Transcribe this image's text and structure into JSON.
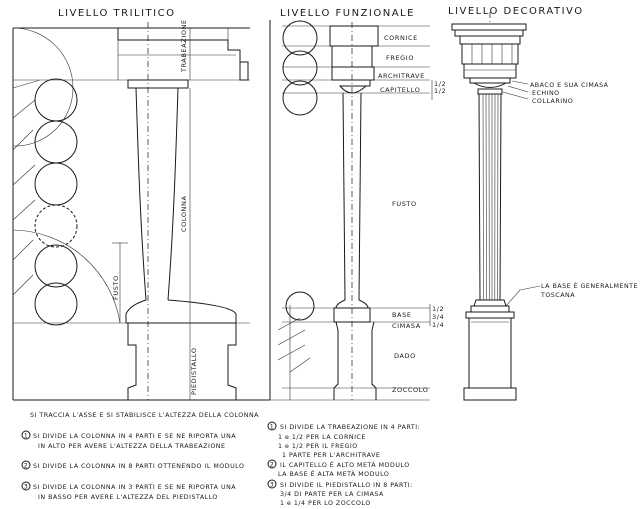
{
  "titles": {
    "trilitico": "LIVELLO TRILITICO",
    "funzionale": "LIVELLO FUNZIONALE",
    "decorativo": "LIVELLO DECORATIVO"
  },
  "trilitico_labels": {
    "trabeazione": "TRABEAZIONE",
    "colonna": "COLONNA",
    "fusto": "FUSTO",
    "piedistallo": "PIEDISTALLO"
  },
  "funzionale_labels": {
    "cornice": "CORNICE",
    "fregio": "FREGIO",
    "architrave": "ARCHITRAVE",
    "capitello": "CAPITELLO",
    "fusto": "FUSTO",
    "base": "BASE",
    "cimasa": "CIMASA",
    "dado": "DADO",
    "zoccolo": "ZOCCOLO"
  },
  "decorativo_labels": {
    "abaco": "ABACO E SUA CIMASA",
    "echino": "ECHINO",
    "collarino": "COLLARINO",
    "base_note_1": "LA BASE È GENERALMENTE",
    "base_note_2": "TOSCANA"
  },
  "fractions": {
    "f1": "1/2",
    "f2": "1/2",
    "f3": "1/2",
    "f4": "3/4",
    "f5": "1/4"
  },
  "caption": "SI TRACCIA L'ASSE E SI STABILISCE L'ALTEZZA DELLA COLONNA",
  "left_notes": [
    {
      "num": "1",
      "lines": [
        "SI DIVIDE LA COLONNA IN 4 PARTI E SE NE RIPORTA UNA",
        "IN ALTO PER AVERE L'ALTEZZA DELLA TRABEAZIONE"
      ]
    },
    {
      "num": "2",
      "lines": [
        "SI DIVIDE LA COLONNA IN 8 PARTI OTTENENDO IL MODULO"
      ]
    },
    {
      "num": "3",
      "lines": [
        "SI DIVIDE LA COLONNA IN 3 PARTI E SE NE RIPORTA UNA",
        "IN BASSO PER AVERE L'ALTEZZA DEL PIEDISTALLO"
      ]
    }
  ],
  "right_notes": [
    {
      "num": "1",
      "lines": [
        "SI DIVIDE LA TRABEAZIONE IN 4 PARTI:",
        "1 e 1/2 PER LA CORNICE",
        "1 e 1/2 PER IL FREGIO",
        "1 PARTE PER L'ARCHITRAVE"
      ]
    },
    {
      "num": "2",
      "lines": [
        "IL CAPITELLO È ALTO METÀ MODULO",
        "LA BASE È ALTA METÀ MODULO"
      ]
    },
    {
      "num": "3",
      "lines": [
        "SI DIVIDE IL PIEDISTALLO IN 8 PARTI:",
        "3/4 DI PARTE PER LA CIMASA",
        "1 e 1/4 PER LO ZOCCOLO"
      ]
    }
  ]
}
